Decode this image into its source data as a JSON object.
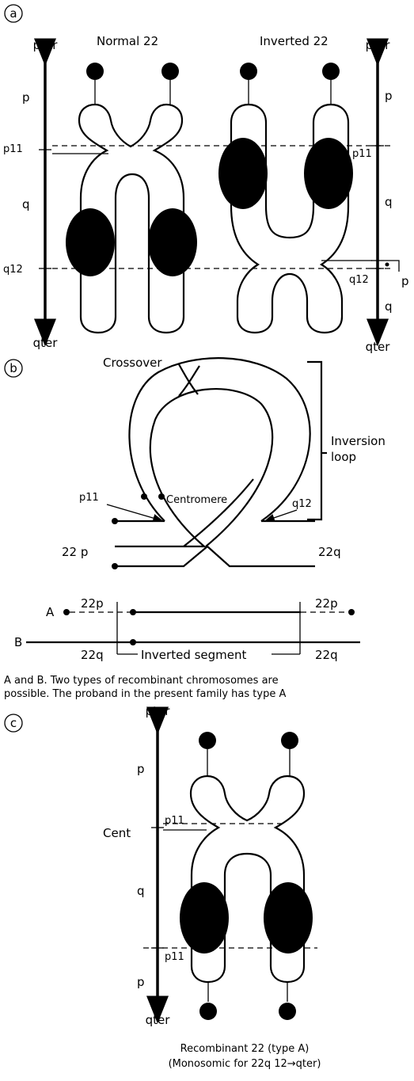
{
  "panel_a": {
    "letter": "a",
    "normal_title": "Normal 22",
    "inverted_title": "Inverted 22",
    "left_axis": {
      "top": "pter",
      "p": "p",
      "p11": "p11",
      "q": "q",
      "q12": "q12",
      "bottom": "qter"
    },
    "right_axis": {
      "top": "pter",
      "p": "p",
      "p11": "p11",
      "q": "q",
      "q12": "q12",
      "q_lower": "q",
      "bottom": "qter",
      "side_p": "p"
    }
  },
  "panel_b": {
    "letter": "b",
    "crossover": "Crossover",
    "inversion_loop_1": "Inversion",
    "inversion_loop_2": "loop",
    "centromere": "Centromere",
    "p11": "p11",
    "q12": "q12",
    "arm_22p": "22 p",
    "arm_22q": "22q",
    "recombinant": {
      "a_label": "A",
      "b_label": "B",
      "a_left": "22p",
      "a_right": "22p",
      "b_left": "22q",
      "b_right": "22q",
      "inverted_segment": "Inverted segment"
    },
    "caption_line1": "A and B. Two types of recombinant chromosomes are",
    "caption_line2": "possible.  The proband in the present family has type A"
  },
  "panel_c": {
    "letter": "c",
    "top": "pter",
    "p_upper": "p",
    "p11_upper": "p11",
    "cent": "Cent",
    "q": "q",
    "p11_lower": "p11",
    "p_lower": "p",
    "bottom": "qter",
    "caption_line1": "Recombinant 22 (type A)",
    "caption_line2": "(Monosomic for 22q 12→qter)"
  }
}
